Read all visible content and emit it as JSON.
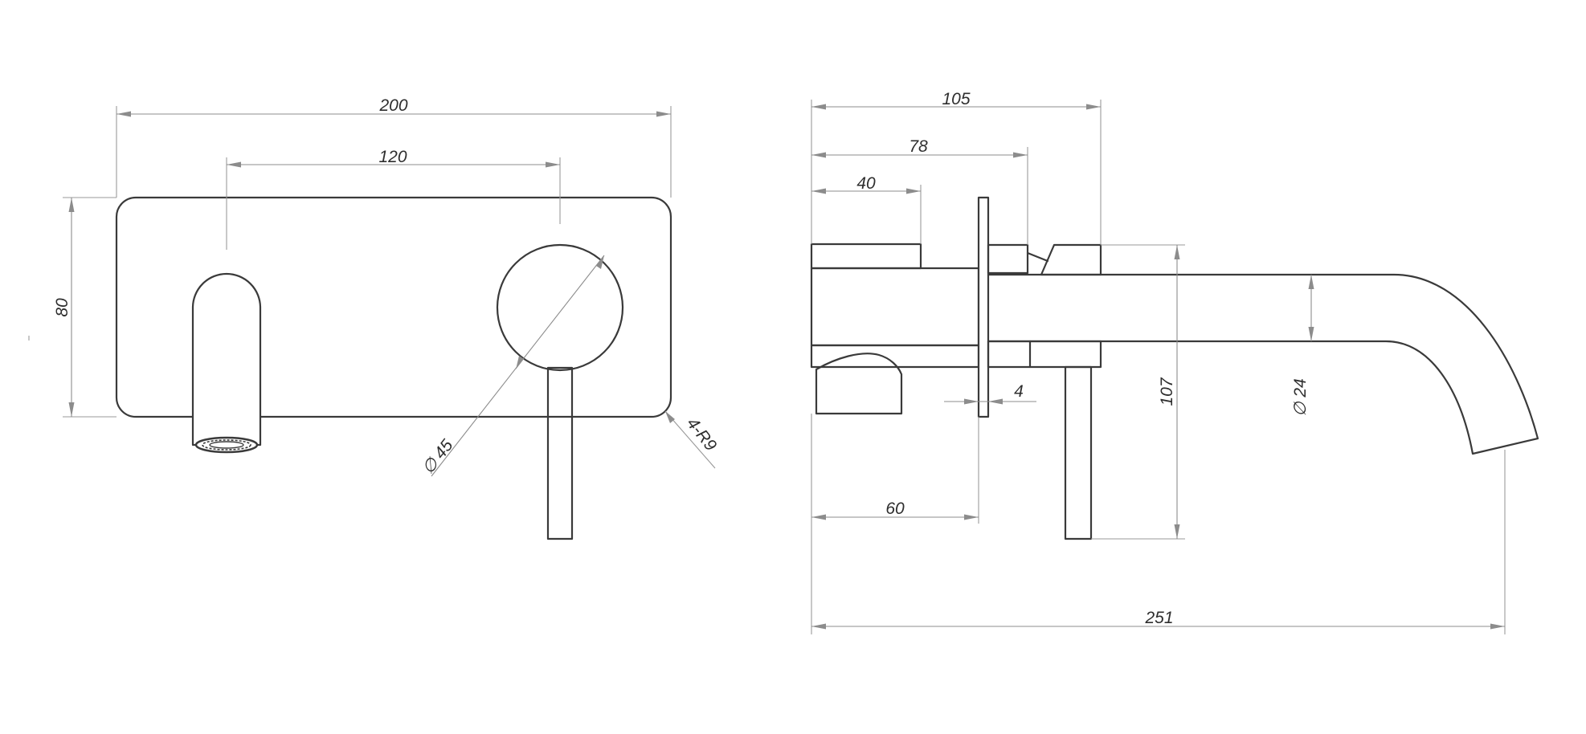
{
  "front_view": {
    "width_overall": "200",
    "spout_to_handle": "120",
    "plate_height": "80",
    "handle_diameter": "∅ 45",
    "corner_radius": "4-R9"
  },
  "side_view": {
    "depth_to_spout": "105",
    "depth_to_flange": "78",
    "body_depth": "40",
    "plate_thickness": "4",
    "wall_to_plate": "60",
    "handle_height": "107",
    "spout_diameter": "∅ 24",
    "total_projection": "251"
  }
}
